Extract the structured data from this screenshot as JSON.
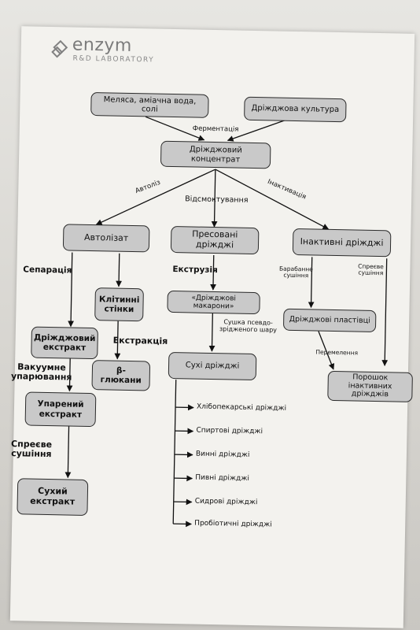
{
  "logo": {
    "name": "enzym",
    "subtitle": "R&D LABORATORY"
  },
  "nodes": {
    "molasses": "Меляса, аміачна вода, солі",
    "yeast_culture": "Дріжджова культура",
    "concentrate": "Дріжджовий концентрат",
    "autolysate": "Автолізат",
    "pressed": "Пресовані дріжджі",
    "inactive": "Інактивні дріжджі",
    "cell_walls": "Клітинні стінки",
    "yeast_extract": "Дріжджовий екстракт",
    "beta_glucans": "β-глюкани",
    "evaporated": "Упарений екстракт",
    "dry_extract": "Сухий екстракт",
    "macaroni": "«Дріжджові макарони»",
    "dry_yeast": "Сухі дріжджі",
    "plates": "Дріжджові пластівці",
    "powder": "Порошок інактивних дріжджів"
  },
  "labels": {
    "fermentation": "Ферментація",
    "autolysis": "Автоліз",
    "pressing": "Відсмоктування",
    "inactivation": "Інактивація",
    "separation": "Сепарація",
    "extraction": "Екстракція",
    "vacuum": "Вакуумне упарювання",
    "spray": "Спреєве сушіння",
    "extrusion": "Екструзія",
    "fluid_bed": "Сушка псевдо-зрідженого шару",
    "drum": "Барабанне сушіння",
    "spray_small": "Спреєве сушіння",
    "grinding": "Перемелення"
  },
  "dry_yeast_types": [
    "Хлібопекарські дріжджі",
    "Спиртові дріжджі",
    "Винні дріжджі",
    "Пивні дріжджі",
    "Сидрові дріжджі",
    "Пробіотичні дріжджі"
  ]
}
